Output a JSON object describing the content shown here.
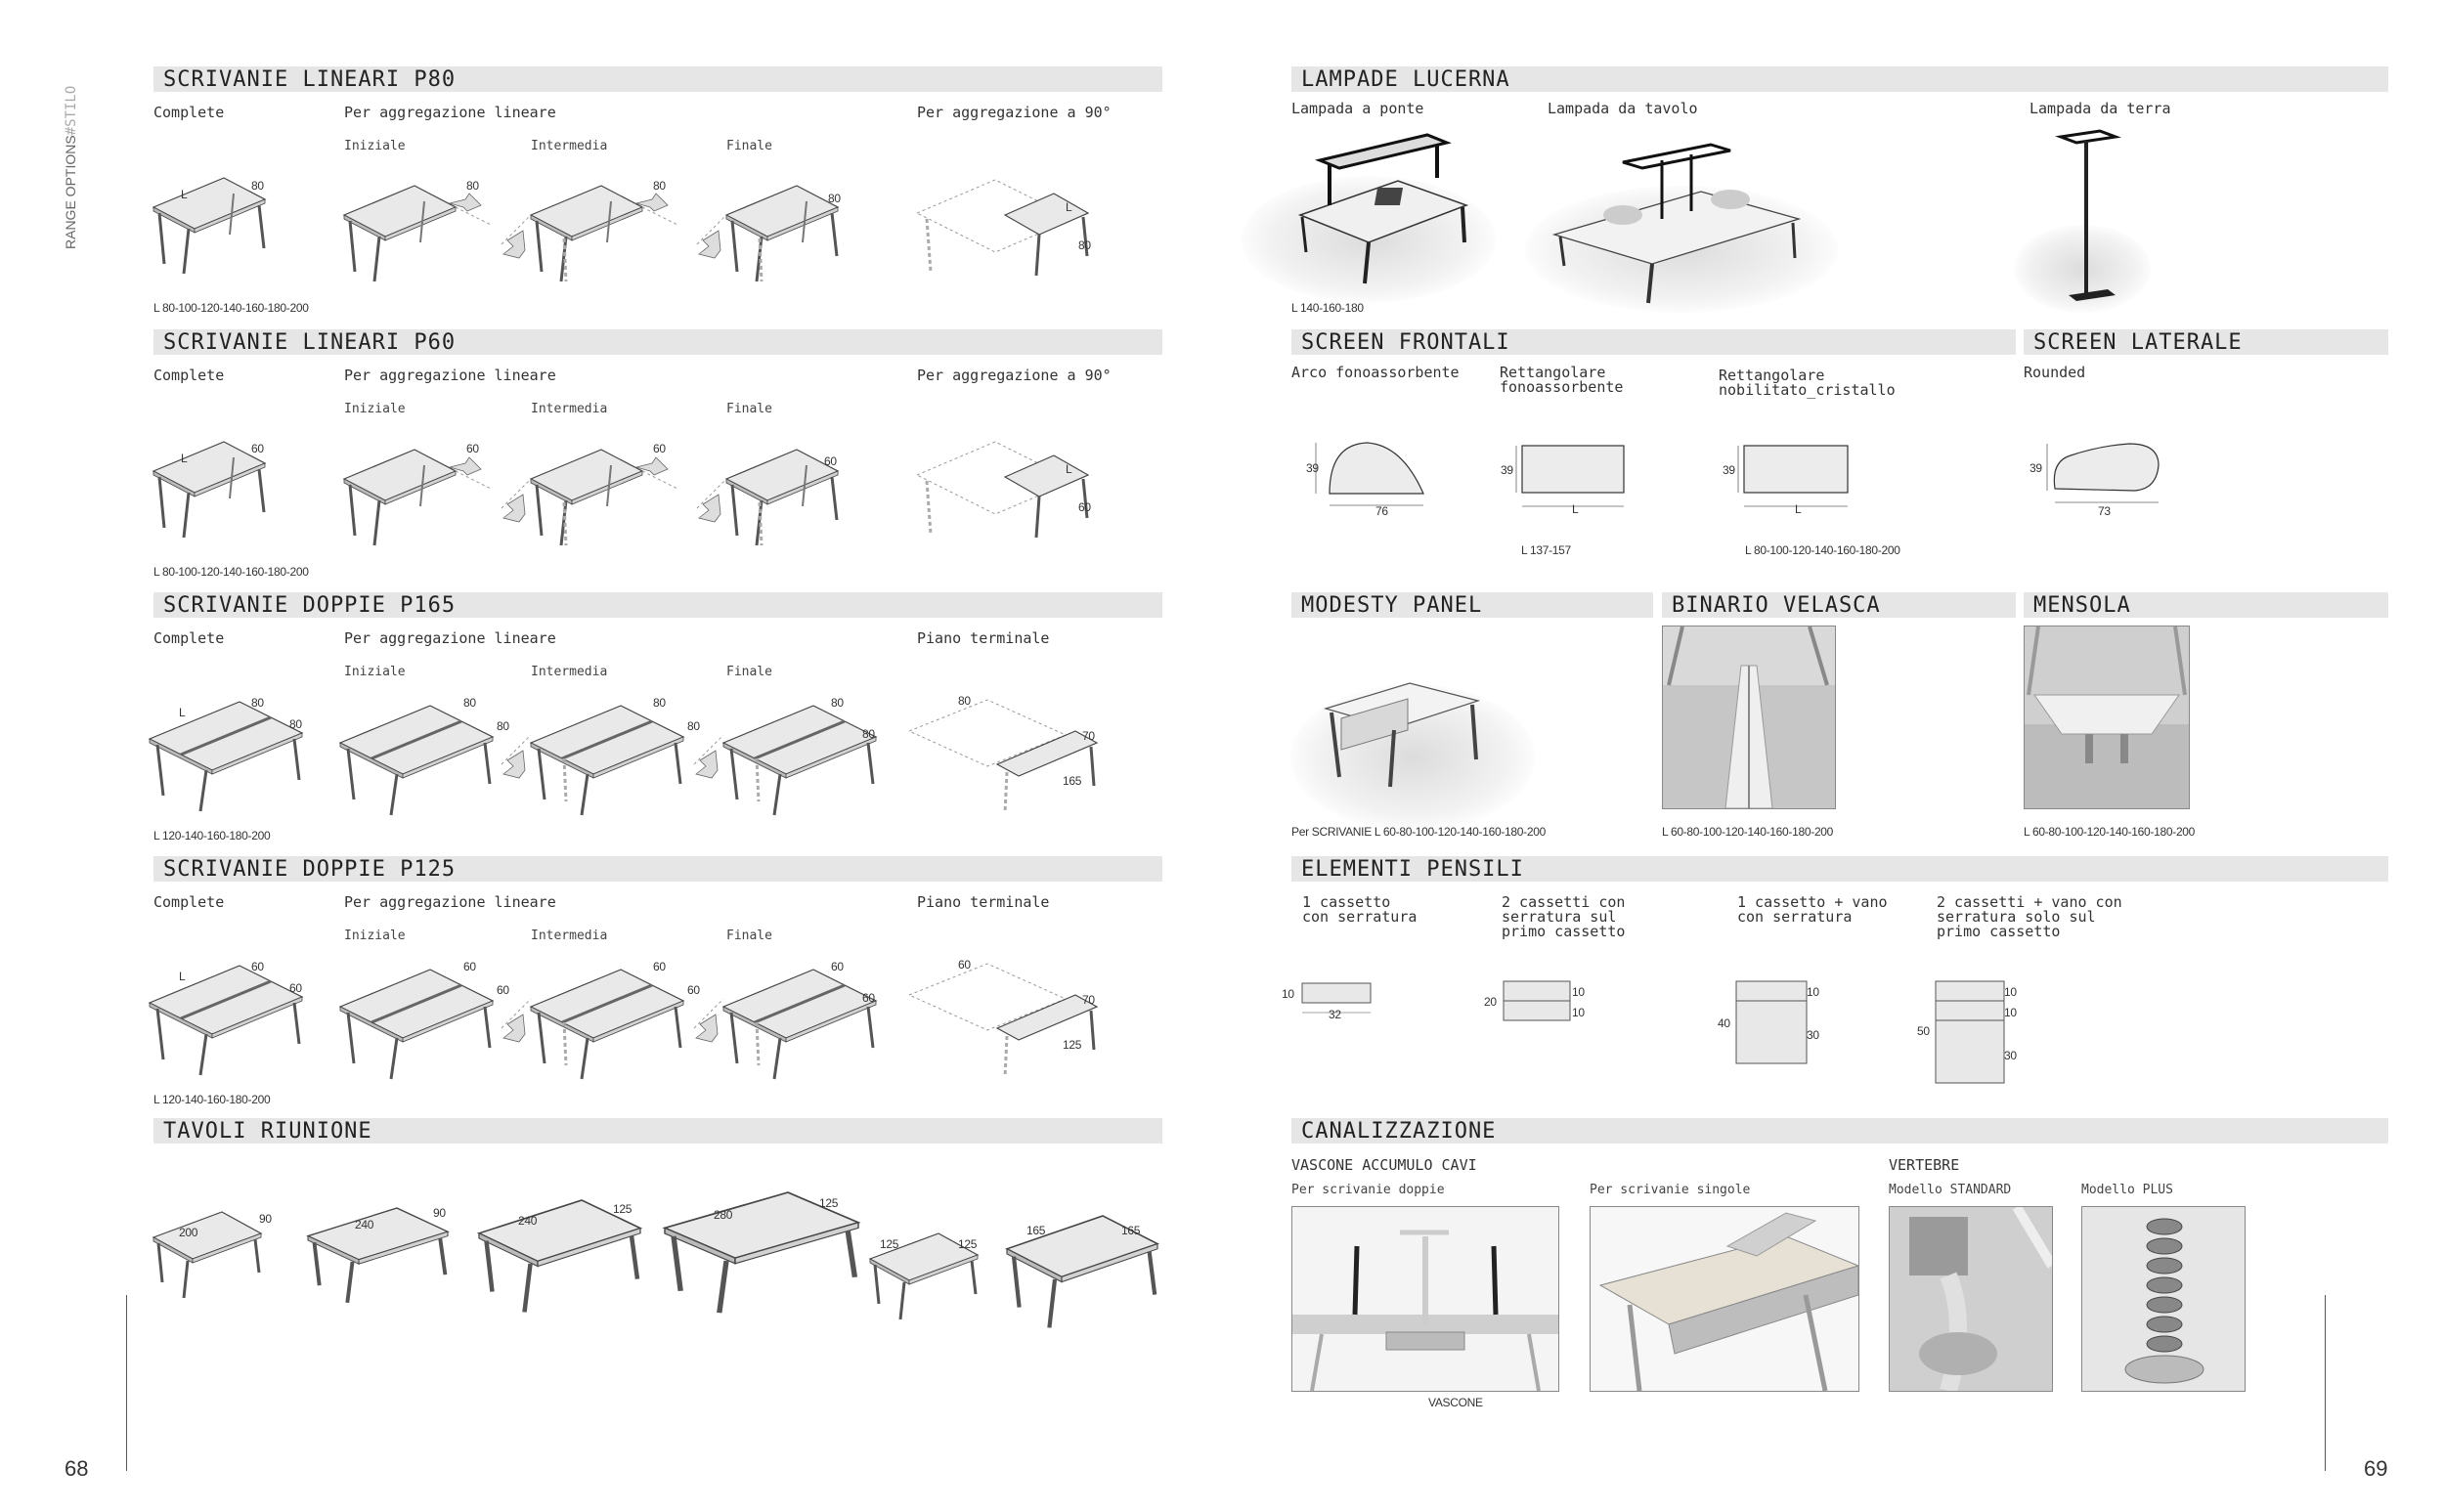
{
  "left_page": {
    "side_label": "RANGE OPTIONS",
    "side_label_brand": "#STILO",
    "page_number": "68",
    "sections": [
      {
        "title": "SCRIVANIE LINEARI P80",
        "complete": "Complete",
        "per_aggr": "Per aggregazione lineare",
        "iniziale": "Iniziale",
        "intermedia": "Intermedia",
        "finale": "Finale",
        "right_label": "Per aggregazione a 90°",
        "sizes": "L 80-100-120-140-160-180-200"
      },
      {
        "title": "SCRIVANIE LINEARI P60",
        "complete": "Complete",
        "per_aggr": "Per aggregazione lineare",
        "iniziale": "Iniziale",
        "intermedia": "Intermedia",
        "finale": "Finale",
        "right_label": "Per aggregazione a 90°",
        "sizes": "L 80-100-120-140-160-180-200"
      },
      {
        "title": "SCRIVANIE DOPPIE P165",
        "complete": "Complete",
        "per_aggr": "Per aggregazione lineare",
        "iniziale": "Iniziale",
        "intermedia": "Intermedia",
        "finale": "Finale",
        "right_label": "Piano terminale",
        "sizes": "L 120-140-160-180-200"
      },
      {
        "title": "SCRIVANIE DOPPIE P125",
        "complete": "Complete",
        "per_aggr": "Per aggregazione lineare",
        "iniziale": "Iniziale",
        "intermedia": "Intermedia",
        "finale": "Finale",
        "right_label": "Piano terminale",
        "sizes": "L 120-140-160-180-200"
      },
      {
        "title": "TAVOLI RIUNIONE"
      }
    ],
    "dims": {
      "p80": [
        "L",
        "80",
        "80",
        "80",
        "80",
        "L",
        "80"
      ],
      "p60": [
        "L",
        "60",
        "60",
        "60",
        "60",
        "L",
        "60"
      ],
      "p165": [
        "L",
        "80",
        "80",
        "80",
        "80",
        "80",
        "80",
        "80",
        "80",
        "80",
        "70",
        "165"
      ],
      "p125": [
        "L",
        "60",
        "60",
        "60",
        "60",
        "60",
        "60",
        "60",
        "60",
        "60",
        "70",
        "125"
      ],
      "tavoli": [
        "200",
        "90",
        "240",
        "90",
        "240",
        "125",
        "280",
        "125",
        "125",
        "125",
        "165",
        "165"
      ]
    }
  },
  "right_page": {
    "page_number": "69",
    "lampade": {
      "title": "LAMPADE LUCERNA",
      "ponte": "Lampada a ponte",
      "tavolo": "Lampada da tavolo",
      "terra": "Lampada da terra",
      "sizes": "L 140-160-180"
    },
    "screen_frontali": {
      "title": "SCREEN FRONTALI",
      "arco": "Arco fonoassorbente",
      "rett1": "Rettangolare\nfonoassorbente",
      "rett2": "Rettangolare\nnobilitato_cristallo",
      "h1": "39",
      "w1": "76",
      "h2": "39",
      "w2": "L",
      "h3": "39",
      "w3": "L",
      "sizes2": "L 137-157",
      "sizes3": "L 80-100-120-140-160-180-200"
    },
    "screen_laterale": {
      "title": "SCREEN LATERALE",
      "rounded": "Rounded",
      "h": "39",
      "w": "73"
    },
    "modesty": {
      "title": "MODESTY PANEL",
      "sizes": "Per SCRIVANIE  L 60-80-100-120-140-160-180-200"
    },
    "binario": {
      "title": "BINARIO VELASCA",
      "sizes": "L 60-80-100-120-140-160-180-200"
    },
    "mensola": {
      "title": "MENSOLA",
      "sizes": "L 60-80-100-120-140-160-180-200"
    },
    "pensili": {
      "title": "ELEMENTI PENSILI",
      "items": [
        {
          "label": "1 cassetto\ncon serratura",
          "dims": [
            "10",
            "32"
          ]
        },
        {
          "label": "2 cassetti con\nserratura sul\nprimo cassetto",
          "dims": [
            "20",
            "10",
            "10"
          ]
        },
        {
          "label": "1 cassetto + vano\ncon serratura",
          "dims": [
            "40",
            "10",
            "30"
          ]
        },
        {
          "label": "2 cassetti + vano con\nserratura solo sul\nprimo cassetto",
          "dims": [
            "50",
            "10",
            "10",
            "30"
          ]
        }
      ]
    },
    "canalizzazione": {
      "title": "CANALIZZAZIONE",
      "vascone_title": "VASCONE ACCUMULO CAVI",
      "doppie": "Per scrivanie doppie",
      "singole": "Per scrivanie singole",
      "vertebre_title": "VERTEBRE",
      "standard": "Modello STANDARD",
      "plus": "Modello PLUS",
      "vascone_caption": "VASCONE"
    }
  }
}
